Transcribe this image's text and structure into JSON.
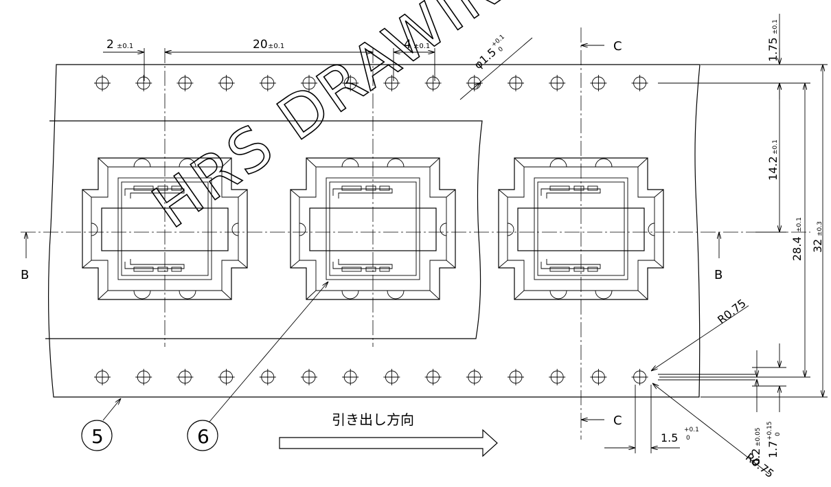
{
  "watermark": "HRS DRAWING",
  "dimensions": {
    "pitch_small": "2",
    "pitch_small_tol": "±0.1",
    "pitch_pocket": "20",
    "pitch_pocket_tol": "±0.1",
    "pitch_hole": "4",
    "pitch_hole_tol": "±0.1",
    "hole_dia": "φ1.5",
    "hole_dia_tol_upper": "+0.1",
    "hole_dia_tol_lower": "0",
    "edge_to_hole": "1.75",
    "edge_to_hole_tol": "±0.1",
    "hole_to_center": "14.2",
    "hole_to_center_tol": "±0.1",
    "hole_to_hole": "28.4",
    "hole_to_hole_tol": "±0.1",
    "tape_width": "32",
    "tape_width_tol": "±0.3",
    "radius_top": "R0.75",
    "radius_bottom": "R0.75",
    "slot_width": "1.5",
    "slot_width_tol_upper": "+0.1",
    "slot_width_tol_lower": "0",
    "dim_02": "0.2",
    "dim_02_tol": "±0.05",
    "dim_17": "1.7",
    "dim_17_tol_upper": "+0.15",
    "dim_17_tol_lower": "0"
  },
  "section_labels": {
    "b_left": "B",
    "b_right": "B",
    "c_top": "C",
    "c_bottom": "C"
  },
  "balloons": [
    "5",
    "6"
  ],
  "direction_label": "引き出し方向"
}
